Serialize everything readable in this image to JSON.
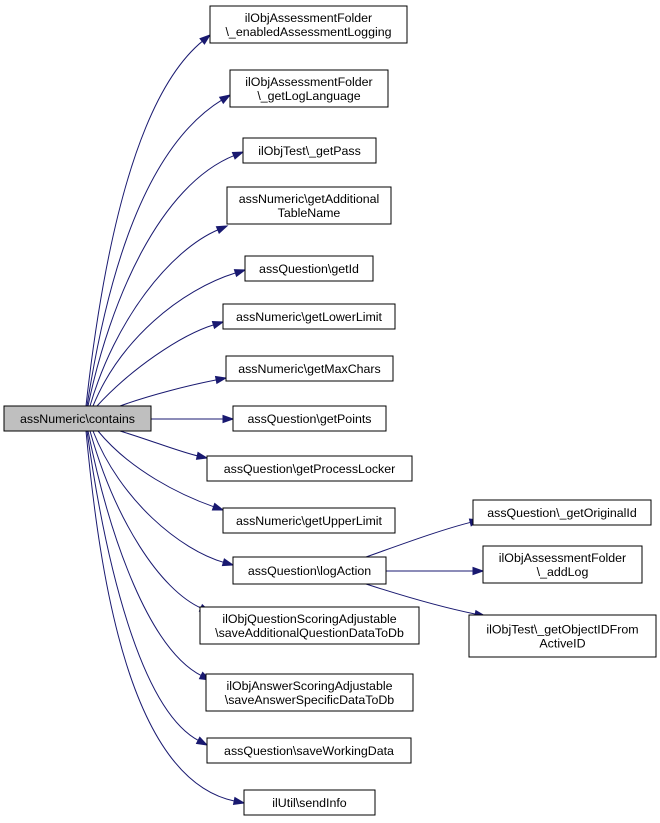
{
  "graph": {
    "root": "assNumeric\\contains",
    "nodes": [
      {
        "id": "n0",
        "lines": [
          "assNumeric\\contains"
        ],
        "root": true
      },
      {
        "id": "n1",
        "lines": [
          "ilObjAssessmentFolder",
          "\\_enabledAssessmentLogging"
        ]
      },
      {
        "id": "n2",
        "lines": [
          "ilObjAssessmentFolder",
          "\\_getLogLanguage"
        ]
      },
      {
        "id": "n3",
        "lines": [
          "ilObjTest\\_getPass"
        ]
      },
      {
        "id": "n4",
        "lines": [
          "assNumeric\\getAdditional",
          "TableName"
        ]
      },
      {
        "id": "n5",
        "lines": [
          "assQuestion\\getId"
        ]
      },
      {
        "id": "n6",
        "lines": [
          "assNumeric\\getLowerLimit"
        ]
      },
      {
        "id": "n7",
        "lines": [
          "assNumeric\\getMaxChars"
        ]
      },
      {
        "id": "n8",
        "lines": [
          "assQuestion\\getPoints"
        ]
      },
      {
        "id": "n9",
        "lines": [
          "assQuestion\\getProcessLocker"
        ]
      },
      {
        "id": "n10",
        "lines": [
          "assNumeric\\getUpperLimit"
        ]
      },
      {
        "id": "n11",
        "lines": [
          "assQuestion\\logAction"
        ]
      },
      {
        "id": "n12",
        "lines": [
          "ilObjQuestionScoringAdjustable",
          "\\saveAdditionalQuestionDataToDb"
        ]
      },
      {
        "id": "n13",
        "lines": [
          "ilObjAnswerScoringAdjustable",
          "\\saveAnswerSpecificDataToDb"
        ]
      },
      {
        "id": "n14",
        "lines": [
          "assQuestion\\saveWorkingData"
        ]
      },
      {
        "id": "n15",
        "lines": [
          "ilUtil\\sendInfo"
        ]
      },
      {
        "id": "n16",
        "lines": [
          "assQuestion\\_getOriginalId"
        ]
      },
      {
        "id": "n17",
        "lines": [
          "ilObjAssessmentFolder",
          "\\_addLog"
        ]
      },
      {
        "id": "n18",
        "lines": [
          "ilObjTest\\_getObjectIDFrom",
          "ActiveID"
        ]
      }
    ],
    "edges": [
      [
        "n0",
        "n1"
      ],
      [
        "n0",
        "n2"
      ],
      [
        "n0",
        "n3"
      ],
      [
        "n0",
        "n4"
      ],
      [
        "n0",
        "n5"
      ],
      [
        "n0",
        "n6"
      ],
      [
        "n0",
        "n7"
      ],
      [
        "n0",
        "n8"
      ],
      [
        "n0",
        "n9"
      ],
      [
        "n0",
        "n10"
      ],
      [
        "n0",
        "n11"
      ],
      [
        "n0",
        "n12"
      ],
      [
        "n0",
        "n13"
      ],
      [
        "n0",
        "n14"
      ],
      [
        "n0",
        "n15"
      ],
      [
        "n11",
        "n16"
      ],
      [
        "n11",
        "n17"
      ],
      [
        "n11",
        "n18"
      ]
    ],
    "colors": {
      "edge": "#191970",
      "root_fill": "#bfbfbf",
      "node_fill": "#ffffff",
      "border": "#000000"
    }
  }
}
